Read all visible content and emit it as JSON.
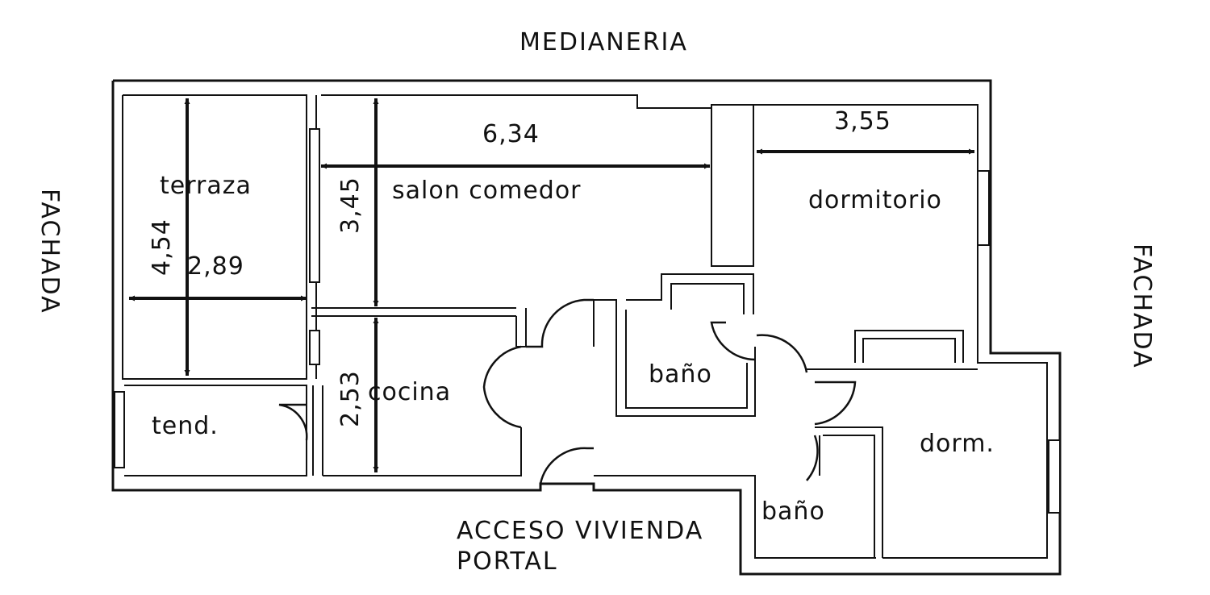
{
  "labels": {
    "medianeria": "MEDIANERIA",
    "fachada_left": "FACHADA",
    "fachada_right": "FACHADA",
    "acceso_line1": "ACCESO VIVIENDA",
    "acceso_line2": "PORTAL"
  },
  "rooms": {
    "terraza": "terraza",
    "salon": "salon comedor",
    "dormitorio": "dormitorio",
    "cocina": "cocina",
    "tend": "tend.",
    "bano1": "baño",
    "bano2": "baño",
    "dorm": "dorm."
  },
  "dimensions": {
    "salon_width": "6,34",
    "salon_depth": "3,45",
    "dormitorio_width": "3,55",
    "terraza_depth": "4,54",
    "terraza_width": "2,89",
    "cocina_depth": "2,53"
  }
}
